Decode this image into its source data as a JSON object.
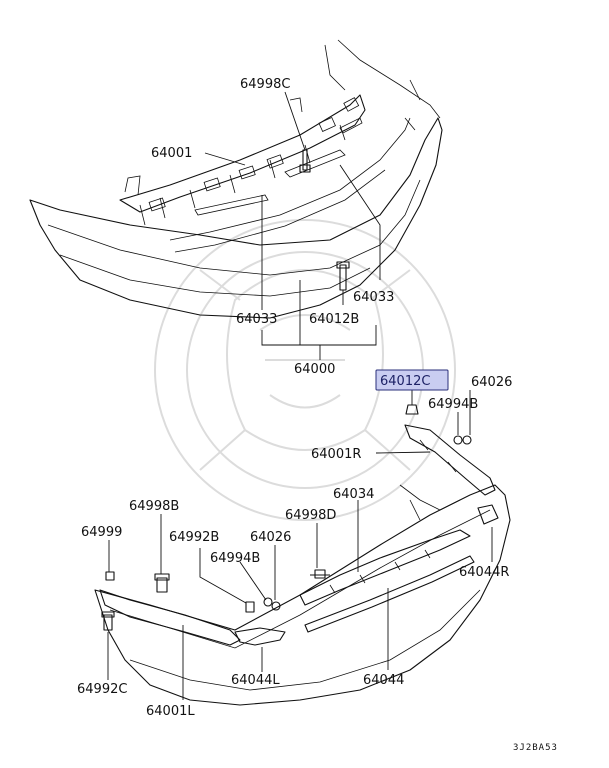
{
  "diagram": {
    "watermark_color": "#dcdcdc",
    "highlight_color": "#c9cdf1",
    "image_code": "3J2BA53",
    "labels": {
      "p64998C": "64998C",
      "p64001": "64001",
      "p64033a": "64033",
      "p64033b": "64033",
      "p64012B": "64012B",
      "p64000": "64000",
      "p64012C": "64012C",
      "p64026a": "64026",
      "p64994Ba": "64994B",
      "p64001R": "64001R",
      "p64034": "64034",
      "p64998B": "64998B",
      "p64999": "64999",
      "p64992B": "64992B",
      "p64026b": "64026",
      "p64994Bb": "64994B",
      "p64998D": "64998D",
      "p64044R": "64044R",
      "p64992C": "64992C",
      "p64044L": "64044L",
      "p64044": "64044",
      "p64001L": "64001L"
    }
  }
}
